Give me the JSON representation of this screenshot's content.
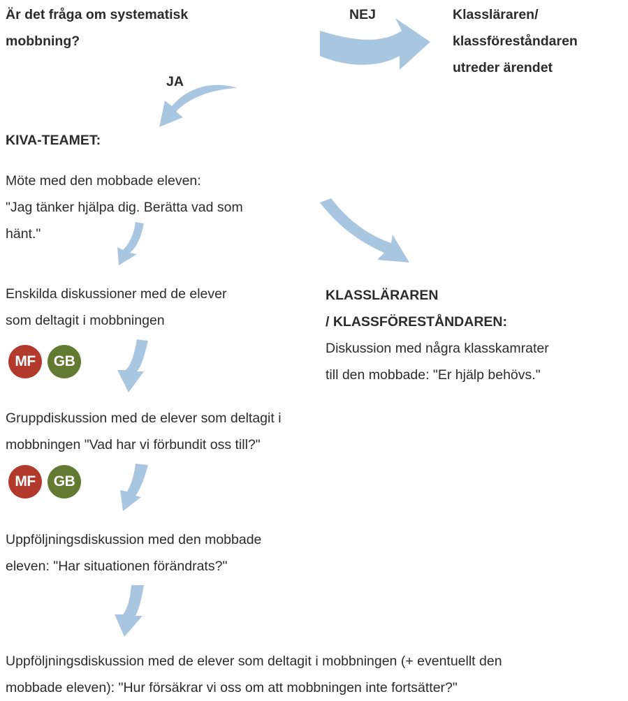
{
  "question": {
    "line1": "Är det fråga om systematisk",
    "line2": "mobbning?"
  },
  "no_label": "NEJ",
  "yes_label": "JA",
  "teacher_top": {
    "line1": "Klassläraren/",
    "line2": "klassföreståndaren",
    "line3": "utreder ärendet"
  },
  "team_heading": "KIVA-TEAMET:",
  "meeting": {
    "line1": "Möte med den mobbade eleven:",
    "line2": "\"Jag tänker hjälpa dig. Berätta vad som",
    "line3": "hänt.\""
  },
  "individual": {
    "line1": "Enskilda diskussioner med de elever",
    "line2": "som deltagit i mobbningen"
  },
  "teacher_block": {
    "heading1": "KLASSLÄRAREN",
    "heading2": "/ KLASSFÖRESTÅNDAREN:",
    "line1": "Diskussion med några klasskamrater",
    "line2": "till den mobbade: \"Er hjälp behövs.\""
  },
  "group": {
    "line1": "Gruppdiskussion med de elever som deltagit i",
    "line2": "mobbningen  \"Vad har vi förbundit oss till?\""
  },
  "followup1": {
    "line1": "Uppföljningsdiskussion med den mobbade",
    "line2": "eleven: \"Har situationen förändrats?\""
  },
  "followup2": {
    "line1": "Uppföljningsdiskussion med de elever som deltagit i mobbningen (+ eventuellt den",
    "line2": "mobbade eleven): \"Hur försäkrar vi oss om att mobbningen inte fortsätter?\""
  },
  "badges": {
    "mf": "MF",
    "gb": "GB"
  },
  "colors": {
    "arrow": "#a9c6e0",
    "badge_mf": "#b13a2c",
    "badge_gb": "#627a31",
    "text": "#2b2b2b"
  }
}
